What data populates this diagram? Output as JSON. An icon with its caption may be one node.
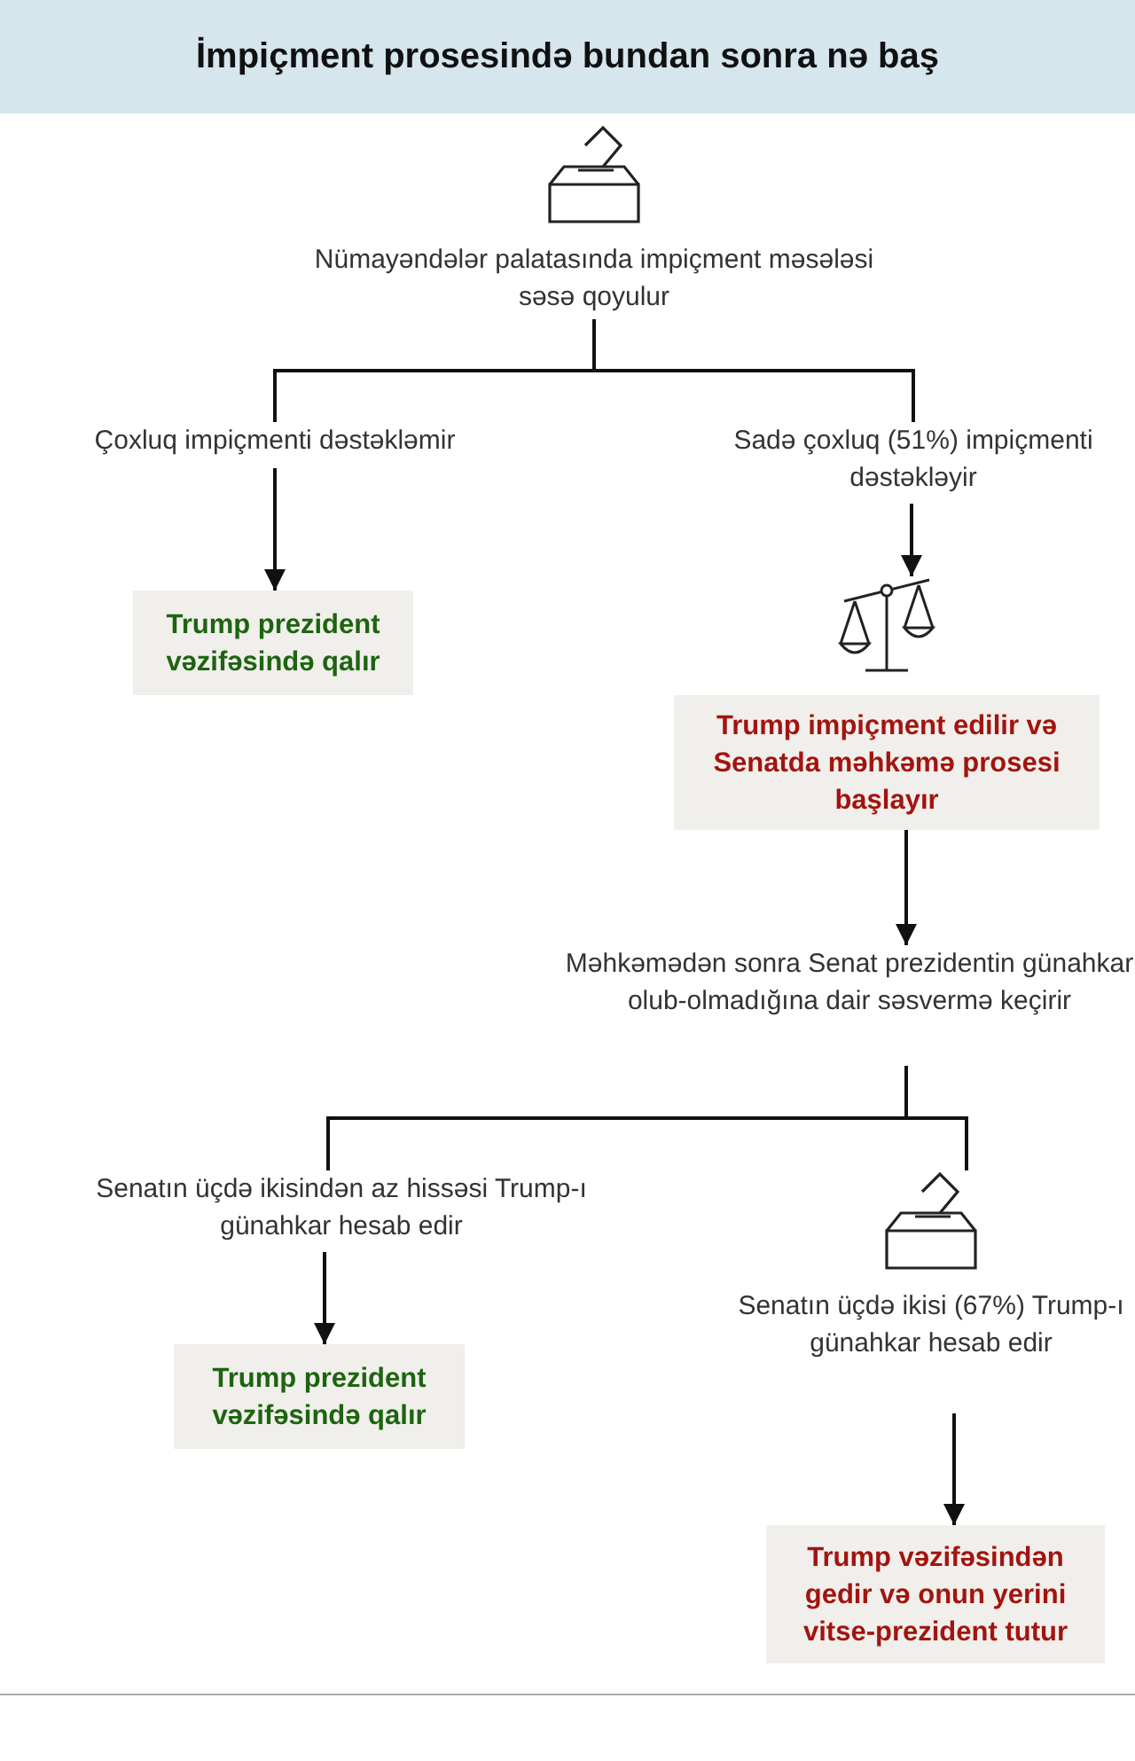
{
  "diagram": {
    "title": "İmpiçment prosesində bundan sonra nə baş",
    "nodes": [
      {
        "text": [
          "Nümayəndələr palatasında impiçment məsələsi səsə qoyulur"
        ]
      },
      {
        "text": [
          "Çoxluq impiçmenti dəstəkləmir"
        ]
      },
      {
        "text": [
          "Sadə çoxluq (51%) impiçmenti dəstəkləyir"
        ]
      },
      {
        "text": [
          "Trump prezident vəzifəsində qalır"
        ]
      },
      {
        "text": [
          "Trump impiçment edilir və Senatda məhkəmə prosesi başlayır"
        ]
      },
      {
        "text": [
          "Məhkəmədən sonra Senat prezidentin günahkar olub-olmadığına dair səsvermə keçirir"
        ]
      },
      {
        "text": [
          "Senatın üçdə ikisindən az hissəsi Trump-ı günahkar hesab edir"
        ]
      },
      {
        "text": [
          "Senatın üçdə ikisi (67%) Trump-ı günahkar hesab edir"
        ]
      },
      {
        "text": [
          "Trump prezident vəzifəsində qalır"
        ]
      },
      {
        "text": [
          "Trump vəzifəsindən gedir və onun yerini vitse-prezident tutur"
        ]
      }
    ],
    "edges": [
      {
        "from": 0,
        "to": 1,
        "arrow": "none"
      },
      {
        "from": 0,
        "to": 2,
        "arrow": "none"
      },
      {
        "from": 1,
        "to": 3,
        "arrow": "to"
      },
      {
        "from": 2,
        "to": 4,
        "arrow": "to"
      },
      {
        "from": 4,
        "to": 5,
        "arrow": "to"
      },
      {
        "from": 5,
        "to": 6,
        "arrow": "none"
      },
      {
        "from": 5,
        "to": 7,
        "arrow": "none"
      },
      {
        "from": 6,
        "to": 8,
        "arrow": "to"
      },
      {
        "from": 7,
        "to": 9,
        "arrow": "to"
      }
    ]
  }
}
